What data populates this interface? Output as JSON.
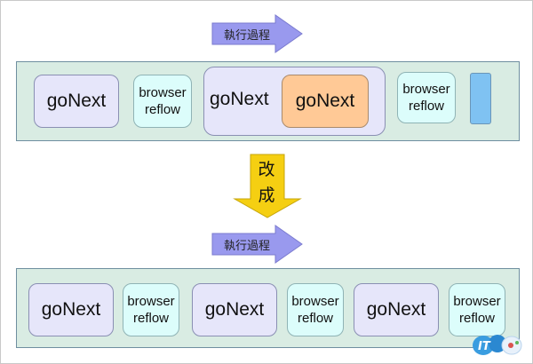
{
  "top": {
    "arrow_label": "執行過程",
    "items": [
      {
        "kind": "gonext",
        "label": "goNext"
      },
      {
        "kind": "reflow",
        "label_line1": "browser",
        "label_line2": "reflow"
      },
      {
        "kind": "gonext-nested",
        "outer_label": "goNext",
        "inner_label": "goNext"
      },
      {
        "kind": "reflow",
        "label_line1": "browser",
        "label_line2": "reflow"
      },
      {
        "kind": "block"
      }
    ]
  },
  "change": {
    "line1": "改",
    "line2": "成",
    "color": "#f5cf12"
  },
  "bottom": {
    "arrow_label": "執行過程",
    "items": [
      {
        "kind": "gonext",
        "label": "goNext"
      },
      {
        "kind": "reflow",
        "label_line1": "browser",
        "label_line2": "reflow"
      },
      {
        "kind": "gonext",
        "label": "goNext"
      },
      {
        "kind": "reflow",
        "label_line1": "browser",
        "label_line2": "reflow"
      },
      {
        "kind": "gonext",
        "label": "goNext"
      },
      {
        "kind": "reflow",
        "label_line1": "browser",
        "label_line2": "reflow"
      }
    ]
  },
  "logo": {
    "text": "IT",
    "icon": "ithome-ironman-logo"
  },
  "colors": {
    "track_bg": "#d9ece3",
    "gonext_bg": "#e6e6fa",
    "reflow_bg": "#dcfdfb",
    "highlight_bg": "#ffc996",
    "block_bg": "#7fc2f2",
    "arrow_bg": "#9999ee"
  }
}
